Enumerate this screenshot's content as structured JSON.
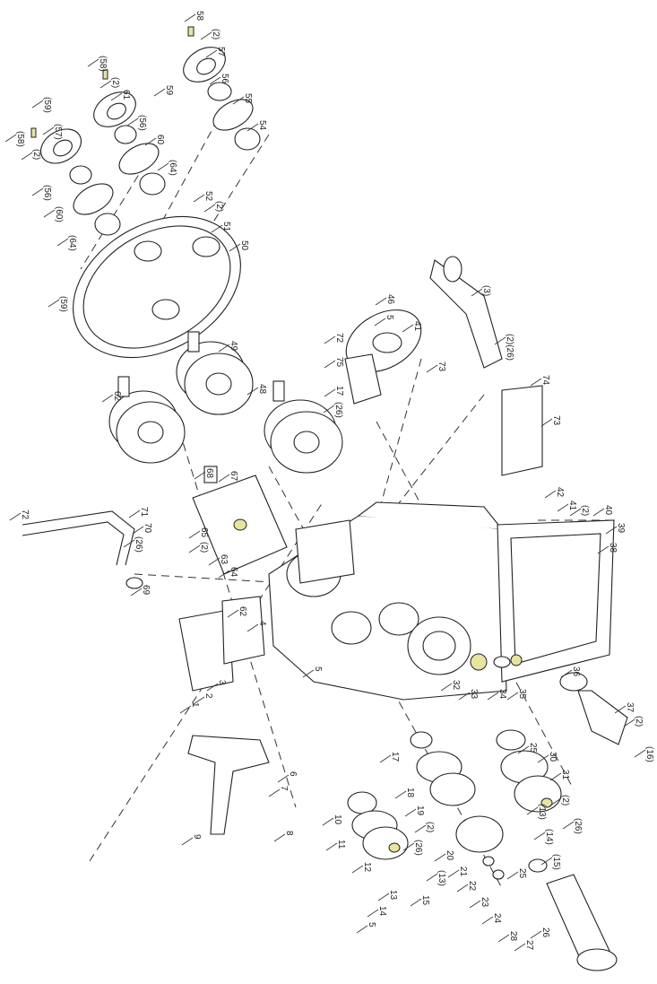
{
  "diagram": {
    "type": "exploded-parts-diagram",
    "accent_color": "#e8e4a0",
    "labels": [
      "58",
      "(2)",
      "57",
      "59",
      "56",
      "55",
      "54",
      "(58)",
      "(2)",
      "61",
      "(56)",
      "60",
      "(64)",
      "(58)",
      "(59)",
      "(57)",
      "(2)",
      "(56)",
      "(60)",
      "(64)",
      "52",
      "(2)",
      "51",
      "50",
      "(59)",
      "46",
      "5",
      "41",
      "72",
      "75",
      "17",
      "(26)",
      "73",
      "(3)",
      "(2)(26)",
      "74",
      "73",
      "49",
      "62",
      "48",
      "68",
      "67",
      "65",
      "(2)",
      "63",
      "64",
      "72",
      "71",
      "70",
      "(26)",
      "69",
      "42",
      "41",
      "(2)",
      "40",
      "39",
      "38",
      "4",
      "3",
      "2",
      "1",
      "5",
      "62",
      "32",
      "33",
      "34",
      "35",
      "36",
      "37",
      "(2)",
      "(16)",
      "6",
      "7",
      "8",
      "9",
      "17",
      "18",
      "19",
      "20",
      "21",
      "22",
      "23",
      "24",
      "25",
      "10",
      "11",
      "12",
      "13",
      "14",
      "5",
      "15",
      "(13)",
      "(2)",
      "(26)",
      "25",
      "30",
      "31",
      "(13)",
      "(14)",
      "(15)",
      "(2)",
      "(26)",
      "26",
      "27",
      "28"
    ]
  }
}
